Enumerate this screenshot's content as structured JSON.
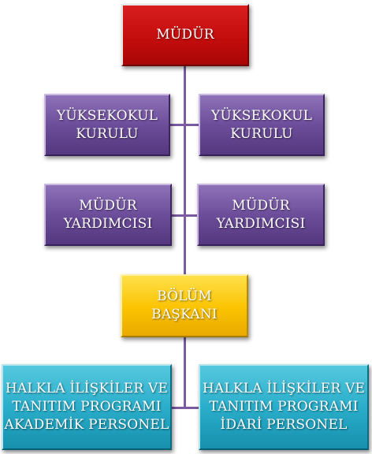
{
  "diagram": {
    "colors": {
      "director": "#c40d0d",
      "board": "#6c4d9a",
      "assistant": "#6c4d9a",
      "head": "#fbc300",
      "staff": "#2aaecb",
      "line": "#7a5aa0"
    },
    "nodes": {
      "director": "MÜDÜR",
      "board_left": "YÜKSEKOKUL\nKURULU",
      "board_right": "YÜKSEKOKUL\nKURULU",
      "assistant_left": "MÜDÜR\nYARDIMCISI",
      "assistant_right": "MÜDÜR\nYARDIMCISI",
      "department_head": "BÖLÜM\nBAŞKANI",
      "academic_staff": "HALKLA İLİŞKİLER VE\nTANITIM PROGRAMI\nAKADEMİK PERSONEL",
      "admin_staff": "HALKLA İLİŞKİLER VE\nTANITIM PROGRAMI\nİDARİ PERSONEL"
    }
  }
}
